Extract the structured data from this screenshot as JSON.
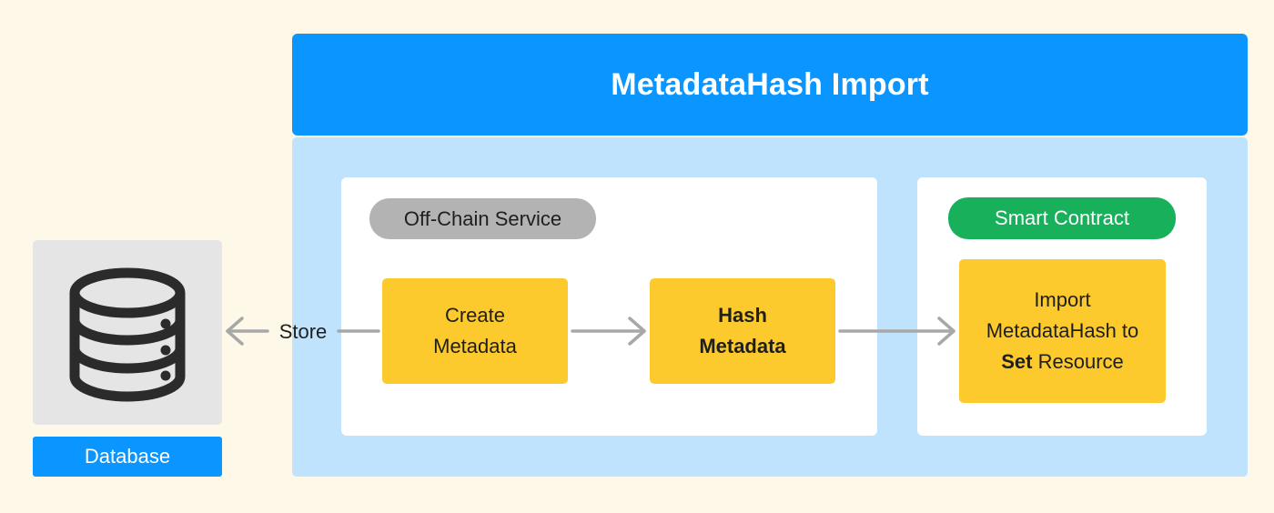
{
  "title": "MetadataHash Import",
  "offchain": {
    "label": "Off-Chain Service",
    "create_line1": "Create",
    "create_line2": "Metadata",
    "hash_line1": "Hash",
    "hash_line2": "Metadata"
  },
  "contract": {
    "label": "Smart Contract",
    "import_line1": "Import",
    "import_line2": "MetadataHash to",
    "import_line3_bold": "Set",
    "import_line3_rest": " Resource"
  },
  "store_label": "Store",
  "database": {
    "label": "Database",
    "icon": "database-icon"
  },
  "colors": {
    "background": "#fdf8e8",
    "banner": "#0b95ff",
    "panel": "#bfe3fd",
    "step": "#fcca2c",
    "offchain_pill": "#b3b3b3",
    "contract_pill": "#18b05a",
    "arrow": "#a8a8a8"
  }
}
